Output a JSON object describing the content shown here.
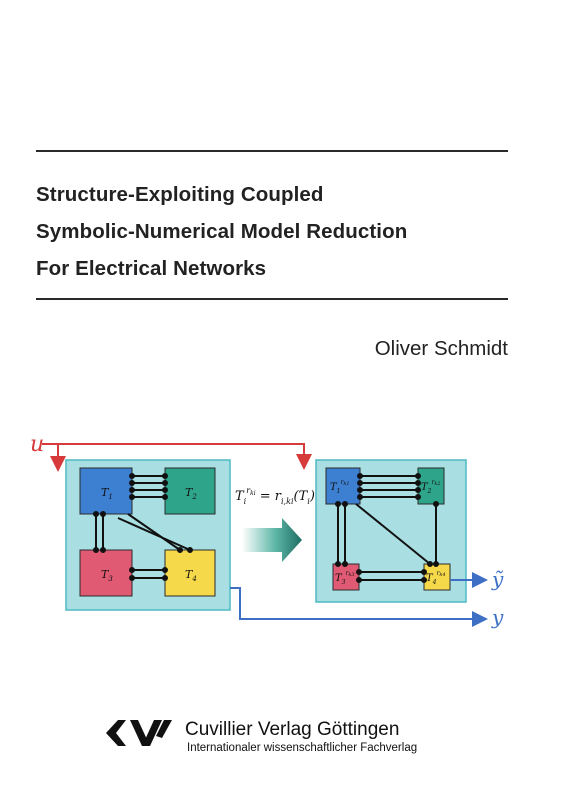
{
  "cover": {
    "title_lines": [
      "Structure-Exploiting Coupled",
      "Symbolic-Numerical Model Reduction",
      "For Electrical Networks"
    ],
    "author": "Oliver Schmidt"
  },
  "figure": {
    "input_label": "u",
    "output_approx_label": "ỹ",
    "output_label": "y",
    "left_blocks": [
      "T1",
      "T2",
      "T3",
      "T4"
    ],
    "right_blocks": [
      "T1^r_k1",
      "T2^r_k2",
      "T3^r_k3",
      "T4^r_k4"
    ],
    "transform_formula": "T_i^{r_ki} = r_{i,k_i}(T_i)",
    "colors": {
      "panel": "#a9dfe3",
      "panel_border": "#4dbac4",
      "block1": "#3d7fd0",
      "block2": "#2ea48a",
      "block3": "#e05a73",
      "block4": "#f5d94a",
      "input_arrow": "#d63a3a",
      "output_arrow": "#3d6fc4"
    }
  },
  "publisher": {
    "name": "Cuvillier Verlag Göttingen",
    "subtitle": "Internationaler wissenschaftlicher Fachverlag"
  }
}
